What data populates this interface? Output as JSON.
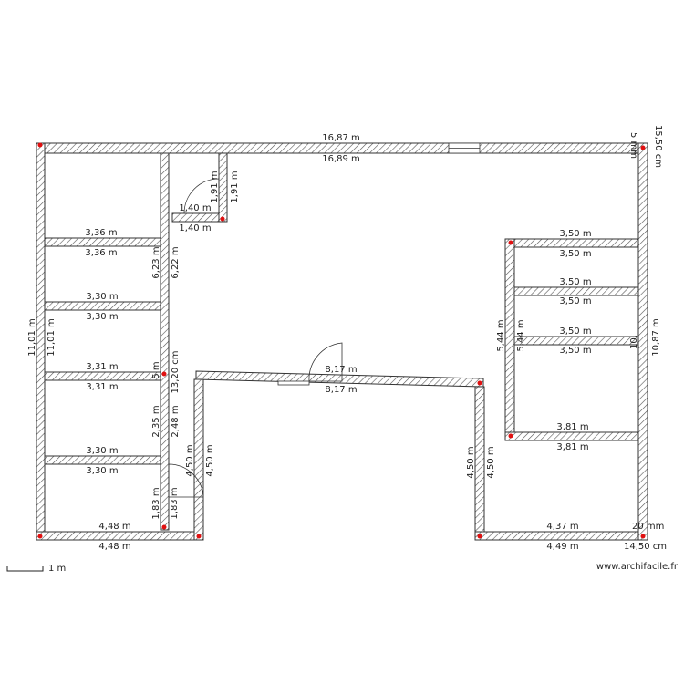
{
  "colors": {
    "wall_stroke": "#333333",
    "hatch": "#555555",
    "corner_marker": "#e01010",
    "background": "#ffffff"
  },
  "scale_label": "1 m",
  "brand": "www.archifacile.fr",
  "dimensions": {
    "top_outer": "16,87 m",
    "top_inner": "16,89 m",
    "top_right_a": "15,50 cm",
    "top_right_b": "5 mm",
    "left_outer": "11,01 m",
    "left_inner": "11,01 m",
    "col_outer_upper": "6,23 m",
    "col_inner_upper": "6,22 m",
    "col_mid": "13,20 cm",
    "col_lower_a": "2,35 m",
    "col_lower_b": "2,48 m",
    "col_small": "5 m",
    "col_bottom_a": "1,83 m",
    "col_bottom_b": "1,83 m",
    "wc_width_a": "1,40 m",
    "wc_width_b": "1,40 m",
    "wc_height_a": "1,91 m",
    "wc_height_b": "1,91 m",
    "room1_a": "3,36 m",
    "room1_b": "3,36 m",
    "room2_a": "3,30 m",
    "room2_b": "3,30 m",
    "room3_a": "3,31 m",
    "room3_b": "3,31 m",
    "room4_a": "3,30 m",
    "room4_b": "3,30 m",
    "bottom_left_a": "4,48 m",
    "bottom_left_b": "4,48 m",
    "wing_left_a": "4,50 m",
    "wing_left_b": "4,50 m",
    "hall_a": "8,17 m",
    "hall_b": "8,17 m",
    "wing_right_a": "4,50 m",
    "wing_right_b": "4,50 m",
    "bottom_right_a": "4,37 m",
    "bottom_right_b": "4,49 m",
    "bottom_right_c": "20 mm",
    "bottom_right_d": "14,50 cm",
    "r_shelf1_a": "3,50 m",
    "r_shelf1_b": "3,50 m",
    "r_shelf2_a": "3,50 m",
    "r_shelf2_b": "3,50 m",
    "r_shelf3_a": "3,50 m",
    "r_shelf3_b": "3,50 m",
    "r_shelf4_a": "3,81 m",
    "r_shelf4_b": "3,81 m",
    "r_col_a": "5,44 m",
    "r_col_b": "5,44 m",
    "right_outer": "10,87 m",
    "right_inner": "10,"
  }
}
